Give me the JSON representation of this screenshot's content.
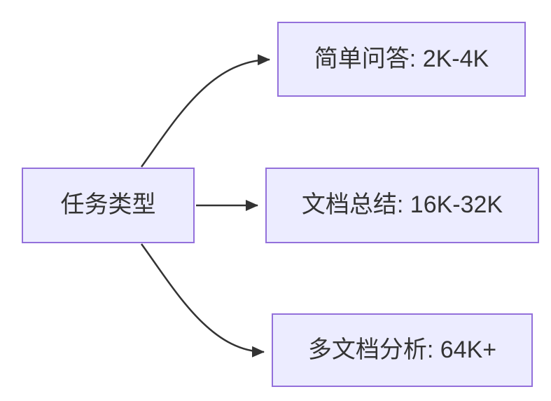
{
  "diagram": {
    "type": "flowchart",
    "direction": "left-to-right",
    "root": {
      "label": "任务类型"
    },
    "nodes": [
      {
        "id": "simple-qa",
        "label": "简单问答: 2K-4K"
      },
      {
        "id": "doc-summary",
        "label": "文档总结: 16K-32K"
      },
      {
        "id": "multi-doc",
        "label": "多文档分析: 64K+"
      }
    ],
    "edges": [
      {
        "from": "任务类型",
        "to": "简单问答: 2K-4K"
      },
      {
        "from": "任务类型",
        "to": "文档总结: 16K-32K"
      },
      {
        "from": "任务类型",
        "to": "多文档分析: 64K+"
      }
    ],
    "colors": {
      "node_fill": "#ECECFF",
      "node_border": "#9370DB",
      "edge": "#333333",
      "text": "#333333",
      "background": "#ffffff"
    }
  }
}
